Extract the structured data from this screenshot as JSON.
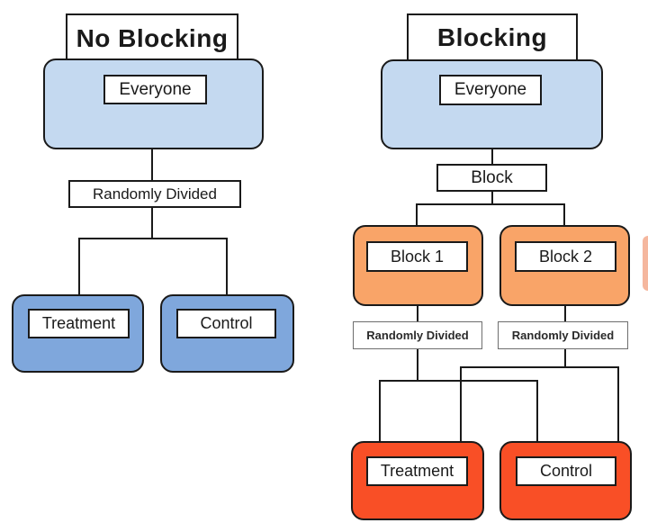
{
  "colors": {
    "light_blue": "#c4d9f0",
    "medium_blue": "#7fa7dc",
    "orange": "#f9a468",
    "red": "#f94f26",
    "line": "#1a1a1a",
    "small_box_border": "#6e6e6e"
  },
  "no_blocking": {
    "title": "No Blocking",
    "everyone_label": "Everyone",
    "divider_label": "Randomly Divided",
    "treatment_label": "Treatment",
    "control_label": "Control"
  },
  "blocking": {
    "title": "Blocking",
    "everyone_label": "Everyone",
    "block_label": "Block",
    "block1_label": "Block 1",
    "block2_label": "Block 2",
    "divider1_label": "Randomly Divided",
    "divider2_label": "Randomly Divided",
    "treatment_label": "Treatment",
    "control_label": "Control"
  }
}
